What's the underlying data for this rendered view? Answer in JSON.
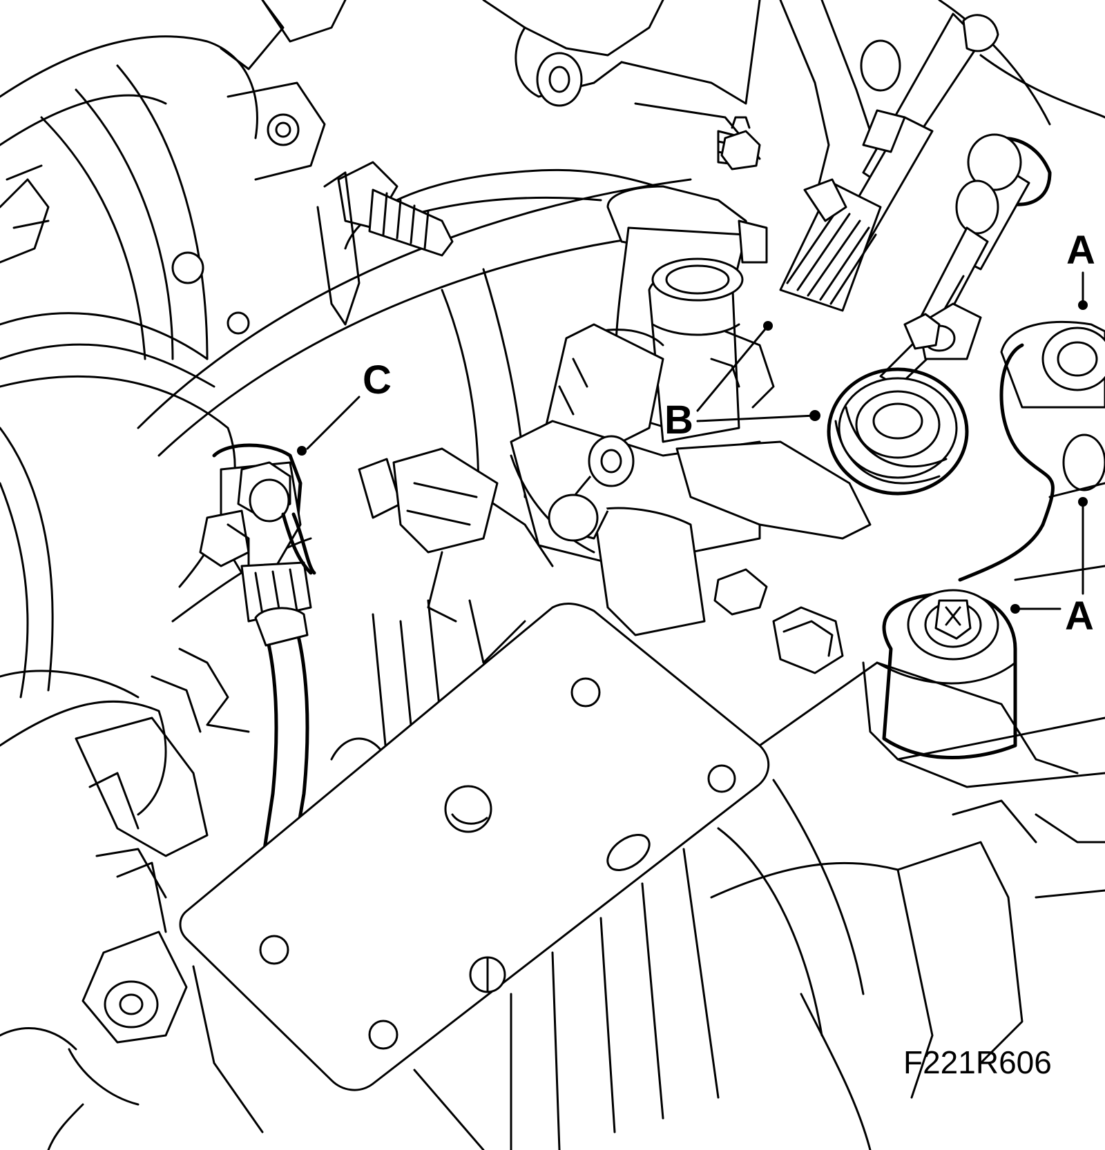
{
  "callouts": {
    "a_top": "A",
    "a_bottom": "A",
    "b": "B",
    "c": "C"
  },
  "figure_code": "F221R606",
  "colors": {
    "line": "#000000",
    "background": "#ffffff"
  }
}
